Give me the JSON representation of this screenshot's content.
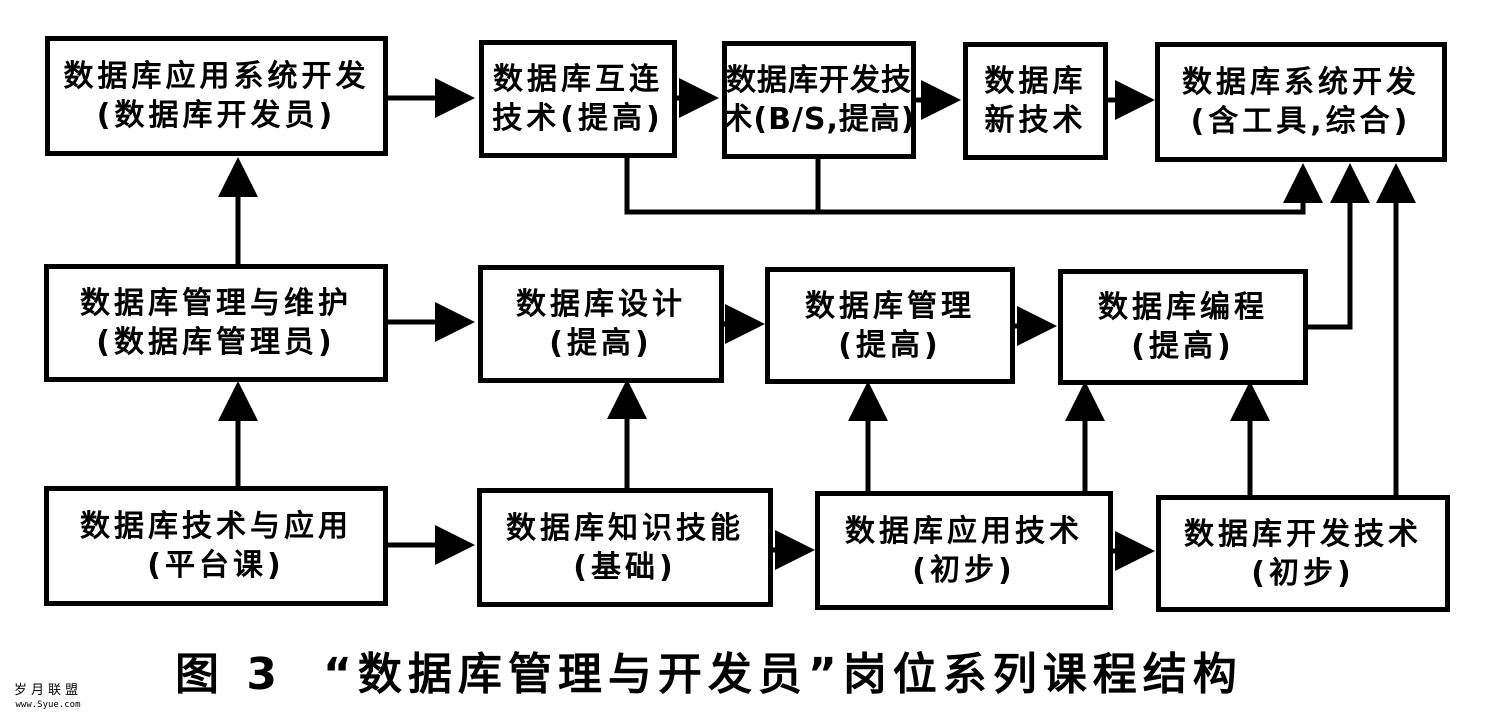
{
  "diagram": {
    "nodes": {
      "app_dev": {
        "line1": "数据库应用系统开发",
        "line2": "(数据库开发员)"
      },
      "interconnect": {
        "line1": "数据库互连",
        "line2": "技术(提高)"
      },
      "dev_tech_bs": {
        "line1": "数据库开发技",
        "line2": "术(B/S,提高)"
      },
      "new_tech": {
        "line1": "数据库",
        "line2": "新技术"
      },
      "sys_dev": {
        "line1": "数据库系统开发",
        "line2": "(含工具,综合)"
      },
      "mgmt_maint": {
        "line1": "数据库管理与维护",
        "line2": "(数据库管理员)"
      },
      "design": {
        "line1": "数据库设计",
        "line2": "(提高)"
      },
      "mgmt": {
        "line1": "数据库管理",
        "line2": "(提高)"
      },
      "programming": {
        "line1": "数据库编程",
        "line2": "(提高)"
      },
      "tech_app": {
        "line1": "数据库技术与应用",
        "line2": "(平台课)"
      },
      "knowledge": {
        "line1": "数据库知识技能",
        "line2": "(基础)"
      },
      "app_tech": {
        "line1": "数据库应用技术",
        "line2": "(初步)"
      },
      "dev_tech": {
        "line1": "数据库开发技术",
        "line2": "(初步)"
      }
    },
    "edges": [
      [
        "app_dev",
        "interconnect"
      ],
      [
        "interconnect",
        "dev_tech_bs"
      ],
      [
        "dev_tech_bs",
        "new_tech"
      ],
      [
        "new_tech",
        "sys_dev"
      ],
      [
        "interconnect",
        "sys_dev"
      ],
      [
        "dev_tech_bs",
        "sys_dev"
      ],
      [
        "programming",
        "sys_dev"
      ],
      [
        "dev_tech",
        "sys_dev"
      ],
      [
        "mgmt_maint",
        "app_dev"
      ],
      [
        "mgmt_maint",
        "design"
      ],
      [
        "design",
        "mgmt"
      ],
      [
        "mgmt",
        "programming"
      ],
      [
        "tech_app",
        "mgmt_maint"
      ],
      [
        "tech_app",
        "knowledge"
      ],
      [
        "knowledge",
        "design"
      ],
      [
        "knowledge",
        "app_tech"
      ],
      [
        "app_tech",
        "mgmt"
      ],
      [
        "app_tech",
        "programming"
      ],
      [
        "app_tech",
        "dev_tech"
      ],
      [
        "dev_tech",
        "programming"
      ]
    ]
  },
  "caption": {
    "number": "图 3",
    "title": "“数据库管理与开发员”岗位系列课程结构"
  },
  "watermark": {
    "title": "岁月联盟",
    "url": "www.Syue.com"
  }
}
